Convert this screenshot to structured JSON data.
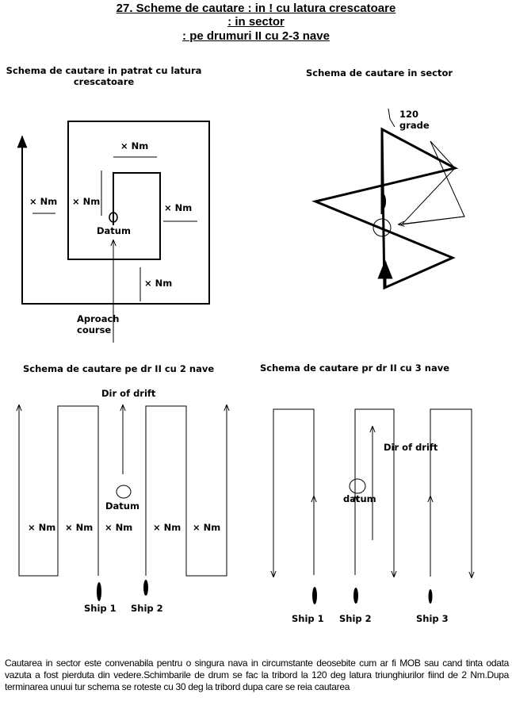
{
  "title": {
    "line1": "27. Scheme de cautare : in !   cu latura crescatoare",
    "line2": ": in sector",
    "line3": ": pe drumuri II cu 2-3 nave"
  },
  "square_scheme": {
    "heading": "Schema de cautare in patrat cu latura\ncrescatoare",
    "leg_label": "× Nm",
    "datum": "Datum",
    "approach": "Aproach\ncourse"
  },
  "sector_scheme": {
    "heading": "Schema de cautare in sector",
    "angle": "120\ngrade"
  },
  "two_ship_scheme": {
    "heading": "Schema de cautare pe dr II cu 2 nave",
    "drift": "Dir of drift",
    "datum": "Datum",
    "leg_label": "× Nm",
    "ships": [
      "Ship 1",
      "Ship 2"
    ]
  },
  "three_ship_scheme": {
    "heading": "Schema de cautare pr dr II cu 3 nave",
    "drift": "Dir of drift",
    "datum": "datum",
    "ships": [
      "Ship 1",
      "Ship 2",
      "Ship 3"
    ]
  },
  "paragraph": "Cautarea in sector este convenabila pentru o singura nava in circumstante deosebite cum ar fi MOB sau cand tinta odata vazuta a fost pierduta din vedere.Schimbarile de drum se fac la tribord la 120 deg latura triunghiurilor fiind de 2 Nm.Dupa terminarea unuui tur schema se roteste cu 30 deg la tribord dupa care se reia cautarea"
}
